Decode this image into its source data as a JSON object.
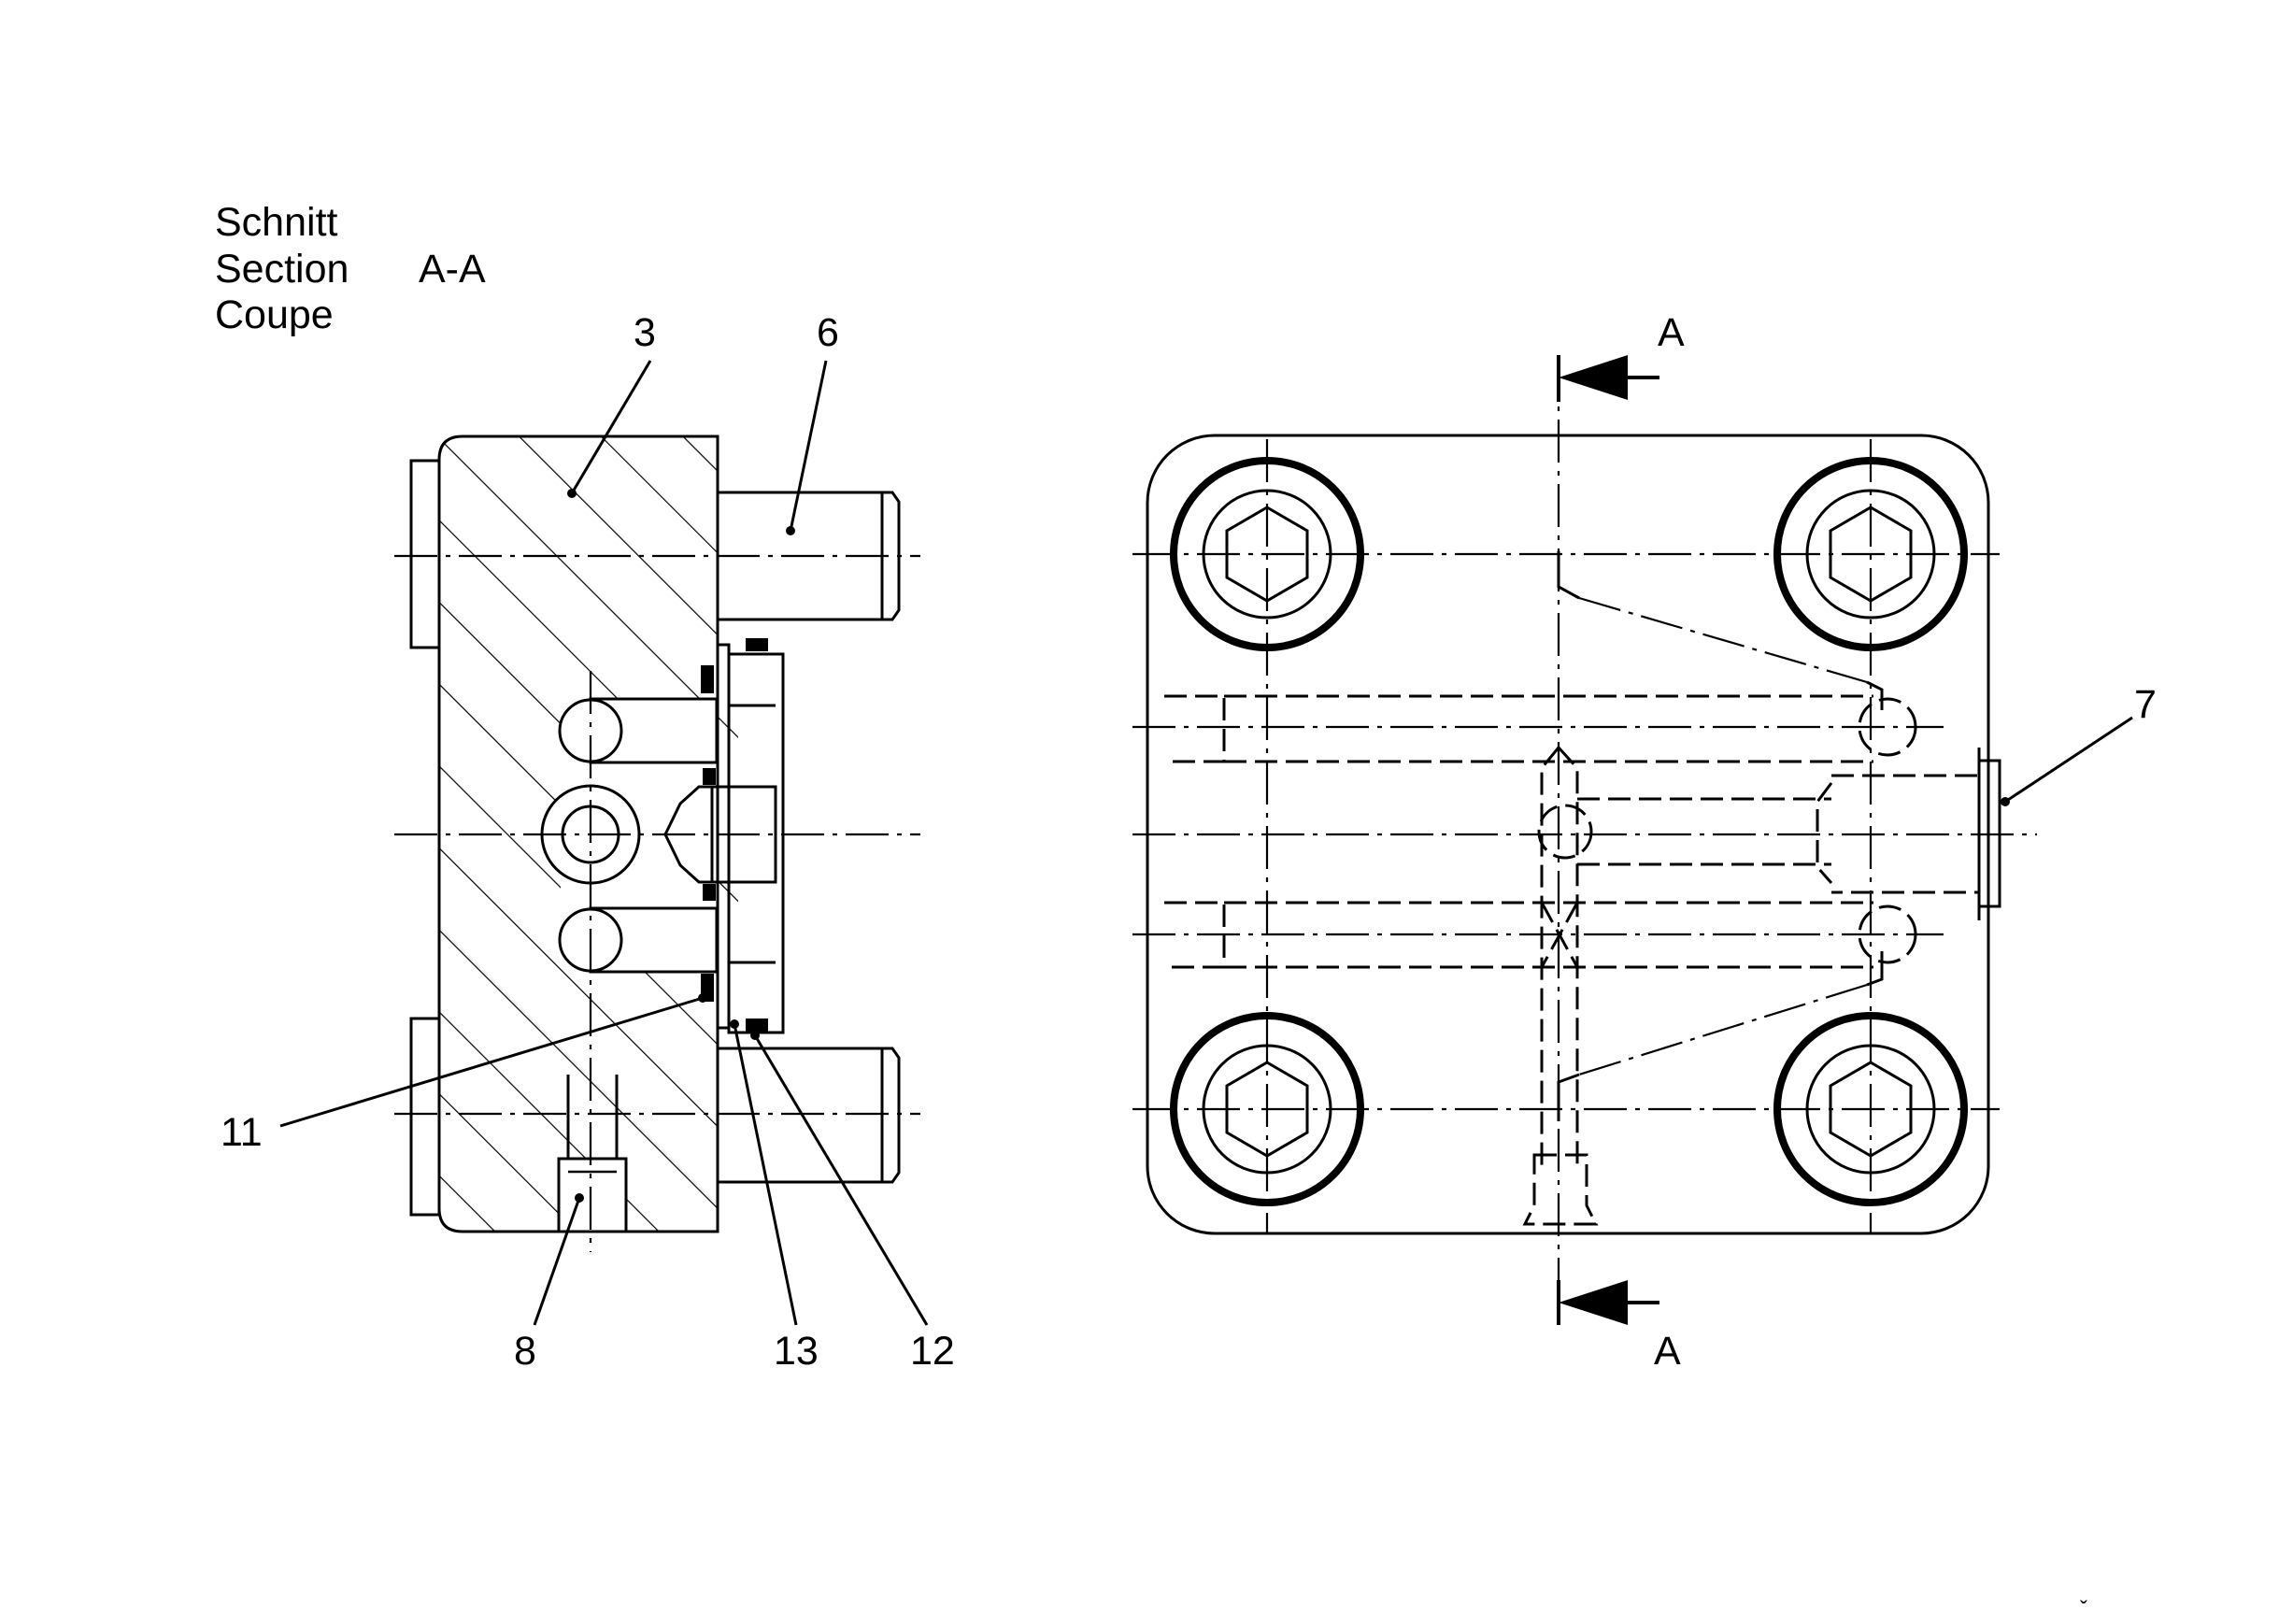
{
  "section_title": {
    "line_de": "Schnitt",
    "line_en": "Section",
    "line_fr": "Coupe",
    "section_id": "A-A"
  },
  "part_labels": {
    "p3": "3",
    "p6": "6",
    "p7": "7",
    "p8": "8",
    "p11": "11",
    "p12": "12",
    "p13": "13"
  },
  "section_marks": {
    "top": "A",
    "bottom": "A"
  },
  "corner_mark": "ˇ"
}
